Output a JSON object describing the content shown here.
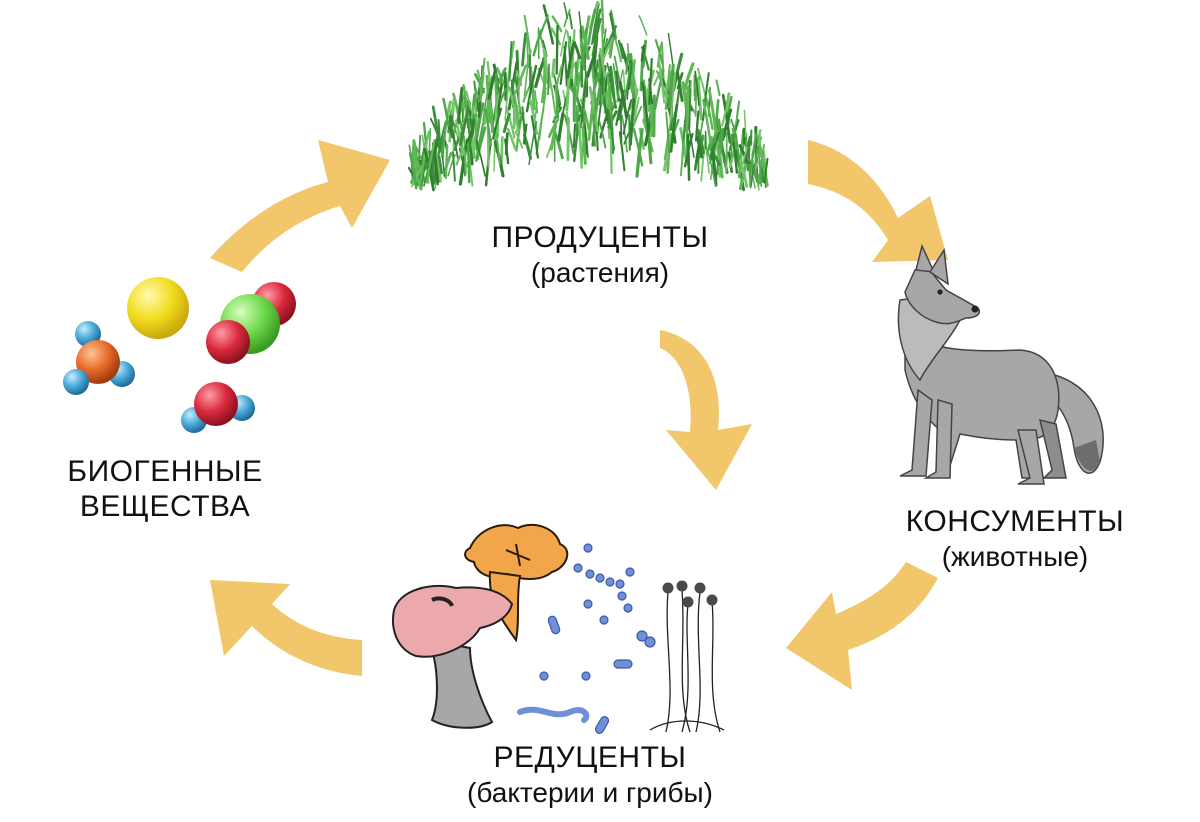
{
  "nodes": {
    "producers": {
      "title": "ПРОДУЦЕНТЫ",
      "subtitle": "(растения)",
      "icon": "grass-icon"
    },
    "consumers": {
      "title": "КОНСУМЕНТЫ",
      "subtitle": "(животные)",
      "icon": "wolf-icon"
    },
    "reducers": {
      "title": "РЕДУЦЕНТЫ",
      "subtitle": "(бактерии и грибы)",
      "icon": "mushrooms-bacteria-mold-icon"
    },
    "biogenic": {
      "title_line1": "БИОГЕННЫЕ",
      "title_line2": "ВЕЩЕСТВА",
      "icon": "molecules-icon"
    }
  },
  "colors": {
    "arrow": "#f2c66a",
    "grass_dark": "#3c8f3a",
    "grass_light": "#74c46a",
    "wolf": "#a9a6a8",
    "wolf_dark": "#6f6c70",
    "mushroom_pink": "#eba8ad",
    "mushroom_orange": "#f3a54a",
    "stem_gray": "#a7a7a7",
    "bacteria_blue": "#6f8fd8",
    "atom_yellow": "#f2dc1e",
    "atom_green": "#6cd94a",
    "atom_red": "#d92a3d",
    "atom_blue": "#4aa8d8",
    "atom_orange": "#e86a28"
  }
}
